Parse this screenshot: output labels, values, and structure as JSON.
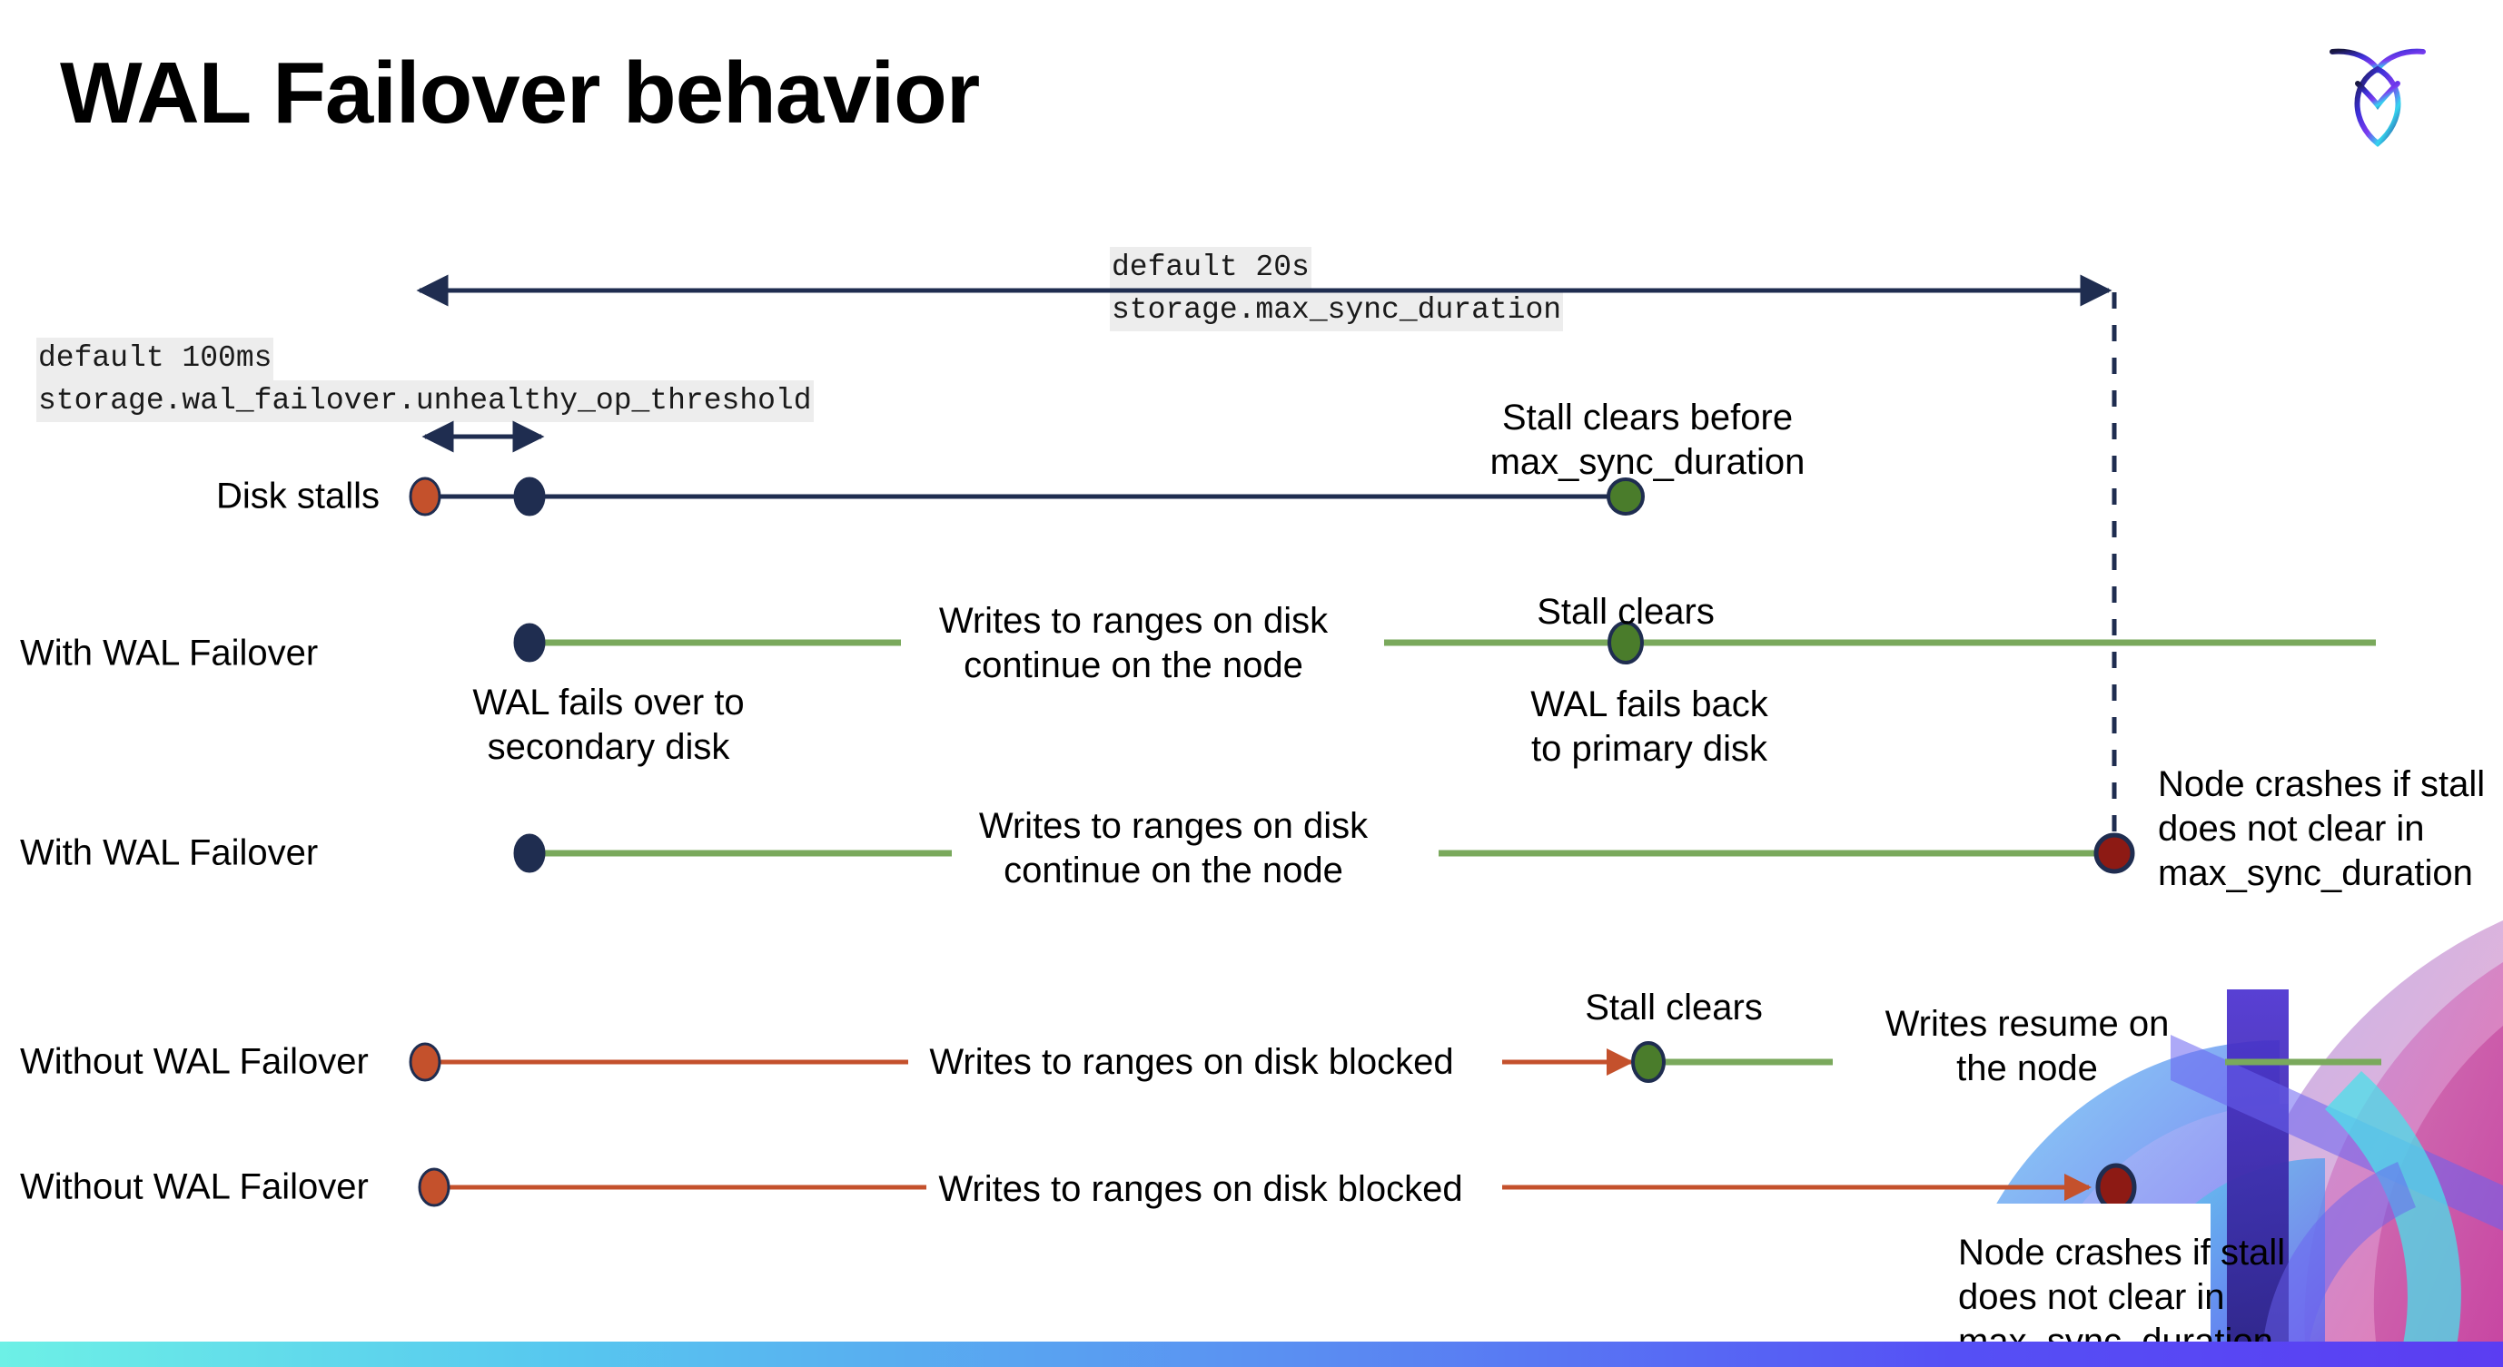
{
  "slide": {
    "title": "WAL Failover behavior",
    "logo_name": "cockroachdb-logo"
  },
  "colors": {
    "navy": "#1f2d50",
    "green_line": "#7aa95c",
    "green_dot": "#4a7c2b",
    "orange": "#c4512c",
    "dark_red": "#8d1a14",
    "code_bg": "#ededed",
    "bar_gradient_start": "#6df0e6",
    "bar_gradient_end": "#5b3df2"
  },
  "settings": {
    "max_sync": {
      "default_text": "default 20s",
      "name_text": "storage.max_sync_duration"
    },
    "unhealthy_op": {
      "default_text": "default 100ms",
      "name_text": "storage.wal_failover.unhealthy_op_threshold"
    }
  },
  "rows": [
    {
      "label": "Disk stalls",
      "annotations": [
        {
          "lines": [
            "Stall clears before",
            "max_sync_duration"
          ]
        }
      ]
    },
    {
      "label": "With WAL Failover",
      "annotations": [
        {
          "lines": [
            "Writes to ranges on disk",
            "continue on the node"
          ]
        },
        {
          "lines": [
            "Stall clears"
          ]
        },
        {
          "lines": [
            "WAL fails over to",
            "secondary disk"
          ]
        },
        {
          "lines": [
            "WAL fails  back",
            "to primary disk"
          ]
        }
      ]
    },
    {
      "label": "With WAL Failover",
      "annotations": [
        {
          "lines": [
            "Writes to ranges on disk",
            "continue on the node"
          ]
        },
        {
          "lines": [
            "Node crashes if stall",
            "does not clear in",
            "max_sync_duration"
          ]
        }
      ]
    },
    {
      "label": "Without WAL Failover",
      "annotations": [
        {
          "lines": [
            "Writes to ranges on disk  blocked"
          ]
        },
        {
          "lines": [
            "Stall clears"
          ]
        },
        {
          "lines": [
            "Writes resume on",
            "the node"
          ]
        }
      ]
    },
    {
      "label": "Without WAL Failover",
      "annotations": [
        {
          "lines": [
            "Writes to ranges on disk  blocked"
          ]
        },
        {
          "lines": [
            "Node crashes if stall",
            "does not clear in",
            "max_sync_duration"
          ]
        }
      ]
    }
  ],
  "text": {
    "title": "WAL Failover behavior",
    "max_sync_default": "default 20s",
    "max_sync_name": "storage.max_sync_duration",
    "unhealthy_default": "default 100ms",
    "unhealthy_name": "storage.wal_failover.unhealthy_op_threshold",
    "row1_label": "Disk stalls",
    "row1_annot_l1": "Stall clears before",
    "row1_annot_l2": "max_sync_duration",
    "row2_label": "With WAL Failover",
    "row2_writes_l1": "Writes to ranges on disk",
    "row2_writes_l2": "continue on the node",
    "row2_stall_clears": "Stall clears",
    "row2_failover_l1": "WAL fails over to",
    "row2_failover_l2": "secondary disk",
    "row2_failback_l1": "WAL fails  back",
    "row2_failback_l2": "to primary disk",
    "row3_label": "With WAL Failover",
    "row3_writes_l1": "Writes to ranges on disk",
    "row3_writes_l2": "continue on the node",
    "row3_crash_l1": "Node crashes if stall",
    "row3_crash_l2": "does not clear in",
    "row3_crash_l3": "max_sync_duration",
    "row4_label": "Without WAL Failover",
    "row4_blocked": "Writes to ranges on disk  blocked",
    "row4_stall_clears": "Stall clears",
    "row4_resume_l1": "Writes resume on",
    "row4_resume_l2": "the node",
    "row5_label": "Without WAL Failover",
    "row5_blocked": "Writes to ranges on disk  blocked",
    "row5_crash_l1": "Node crashes if stall",
    "row5_crash_l2": "does not clear in",
    "row5_crash_l3": "max_sync_duration"
  }
}
